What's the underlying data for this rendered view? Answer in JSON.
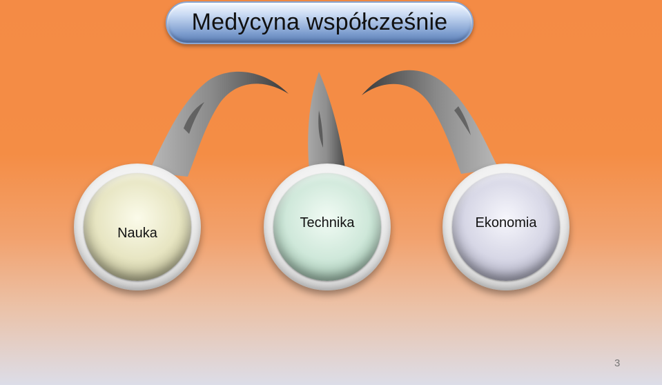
{
  "title": "Medycyna współcześnie",
  "nodes": [
    {
      "label": "Nauka"
    },
    {
      "label": "Technika"
    },
    {
      "label": "Ekonomia"
    }
  ],
  "page_number": "3",
  "colors": {
    "background_top": "#f48b45",
    "background_bottom": "#dcdde8",
    "title_pill": "#7f9fd0",
    "connector": "#777777"
  }
}
